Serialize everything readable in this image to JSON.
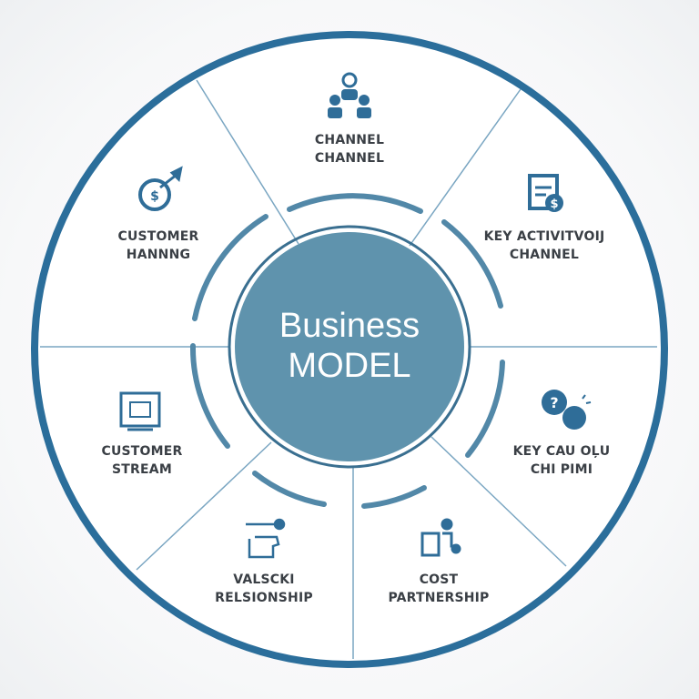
{
  "center": {
    "line1": "Business",
    "line2": "MODEL"
  },
  "colors": {
    "ring": "#2b6e9b",
    "center_fill": "#5f93ad",
    "arc": "#5288a8",
    "icon": "#2f6d98",
    "divider": "#6f9fbf"
  },
  "segments": [
    {
      "id": "top",
      "icon": "people-group-icon",
      "line1": "CHANNEL",
      "line2": "CHANNEL"
    },
    {
      "id": "top-right",
      "icon": "document-dollar-icon",
      "line1": "KEY ACTIVITVOIJ",
      "line2": "CHANNEL"
    },
    {
      "id": "right",
      "icon": "question-chat-icon",
      "line1": "KEY CAU OĻU",
      "line2": "CHI PIMI"
    },
    {
      "id": "bottom-right",
      "icon": "person-desk-icon",
      "line1": "COST",
      "line2": "PARTNERSHIP"
    },
    {
      "id": "bottom-left",
      "icon": "handshake-tool-icon",
      "line1": "VALSCKI",
      "line2": "RELSIONSHIP"
    },
    {
      "id": "left",
      "icon": "monitor-icon",
      "line1": "CUSTOMER",
      "line2": "STREAM"
    },
    {
      "id": "top-left",
      "icon": "target-cycle-icon",
      "line1": "CUSTOMER",
      "line2": "HANNNG"
    }
  ]
}
